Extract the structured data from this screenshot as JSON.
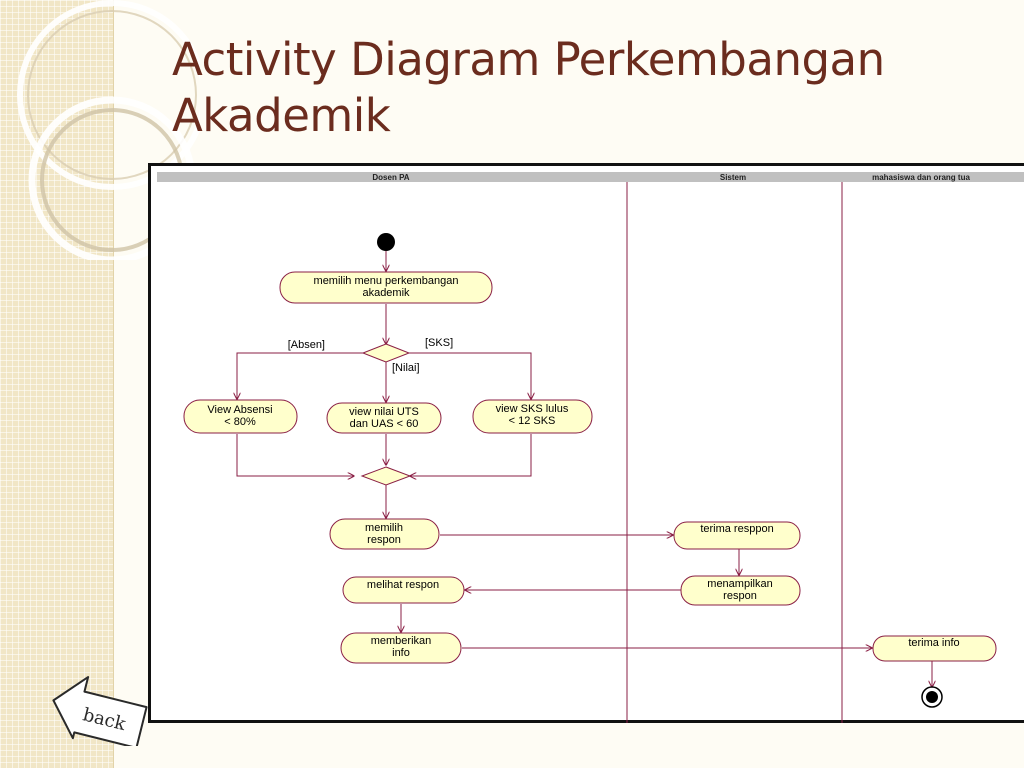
{
  "slide": {
    "title_lines": [
      "Activity Diagram Perkembangan",
      "Akademik"
    ],
    "back_label": "back"
  },
  "diagram": {
    "swimlanes": [
      "Dosen PA",
      "Sistem",
      "mahasiswa dan orang tua"
    ],
    "guards": {
      "absen": "[Absen]",
      "sks": "[SKS]",
      "nilai": "[Nilai]"
    },
    "activities": {
      "memilih_menu": [
        "memilih menu  perkembangan",
        "akademik"
      ],
      "view_absensi": [
        "View Absensi",
        "< 80%"
      ],
      "view_nilai": [
        "view nilai UTS",
        "dan UAS < 60"
      ],
      "view_sks": [
        "view SKS lulus",
        "< 12 SKS"
      ],
      "memilih_respon": [
        "memilih",
        "respon"
      ],
      "terima_respon": [
        "terima resppon"
      ],
      "menampilkan_respon": [
        "menampilkan",
        "respon"
      ],
      "melihat_respon": [
        "melihat respon"
      ],
      "memberikan_info": [
        "memberikan",
        "info"
      ],
      "terima_info": [
        "terima info"
      ]
    }
  },
  "colors": {
    "title": "#6b2c1e",
    "node_fill": "#ffffcc",
    "line": "#8a1f45",
    "header": "#c0c0c0"
  }
}
